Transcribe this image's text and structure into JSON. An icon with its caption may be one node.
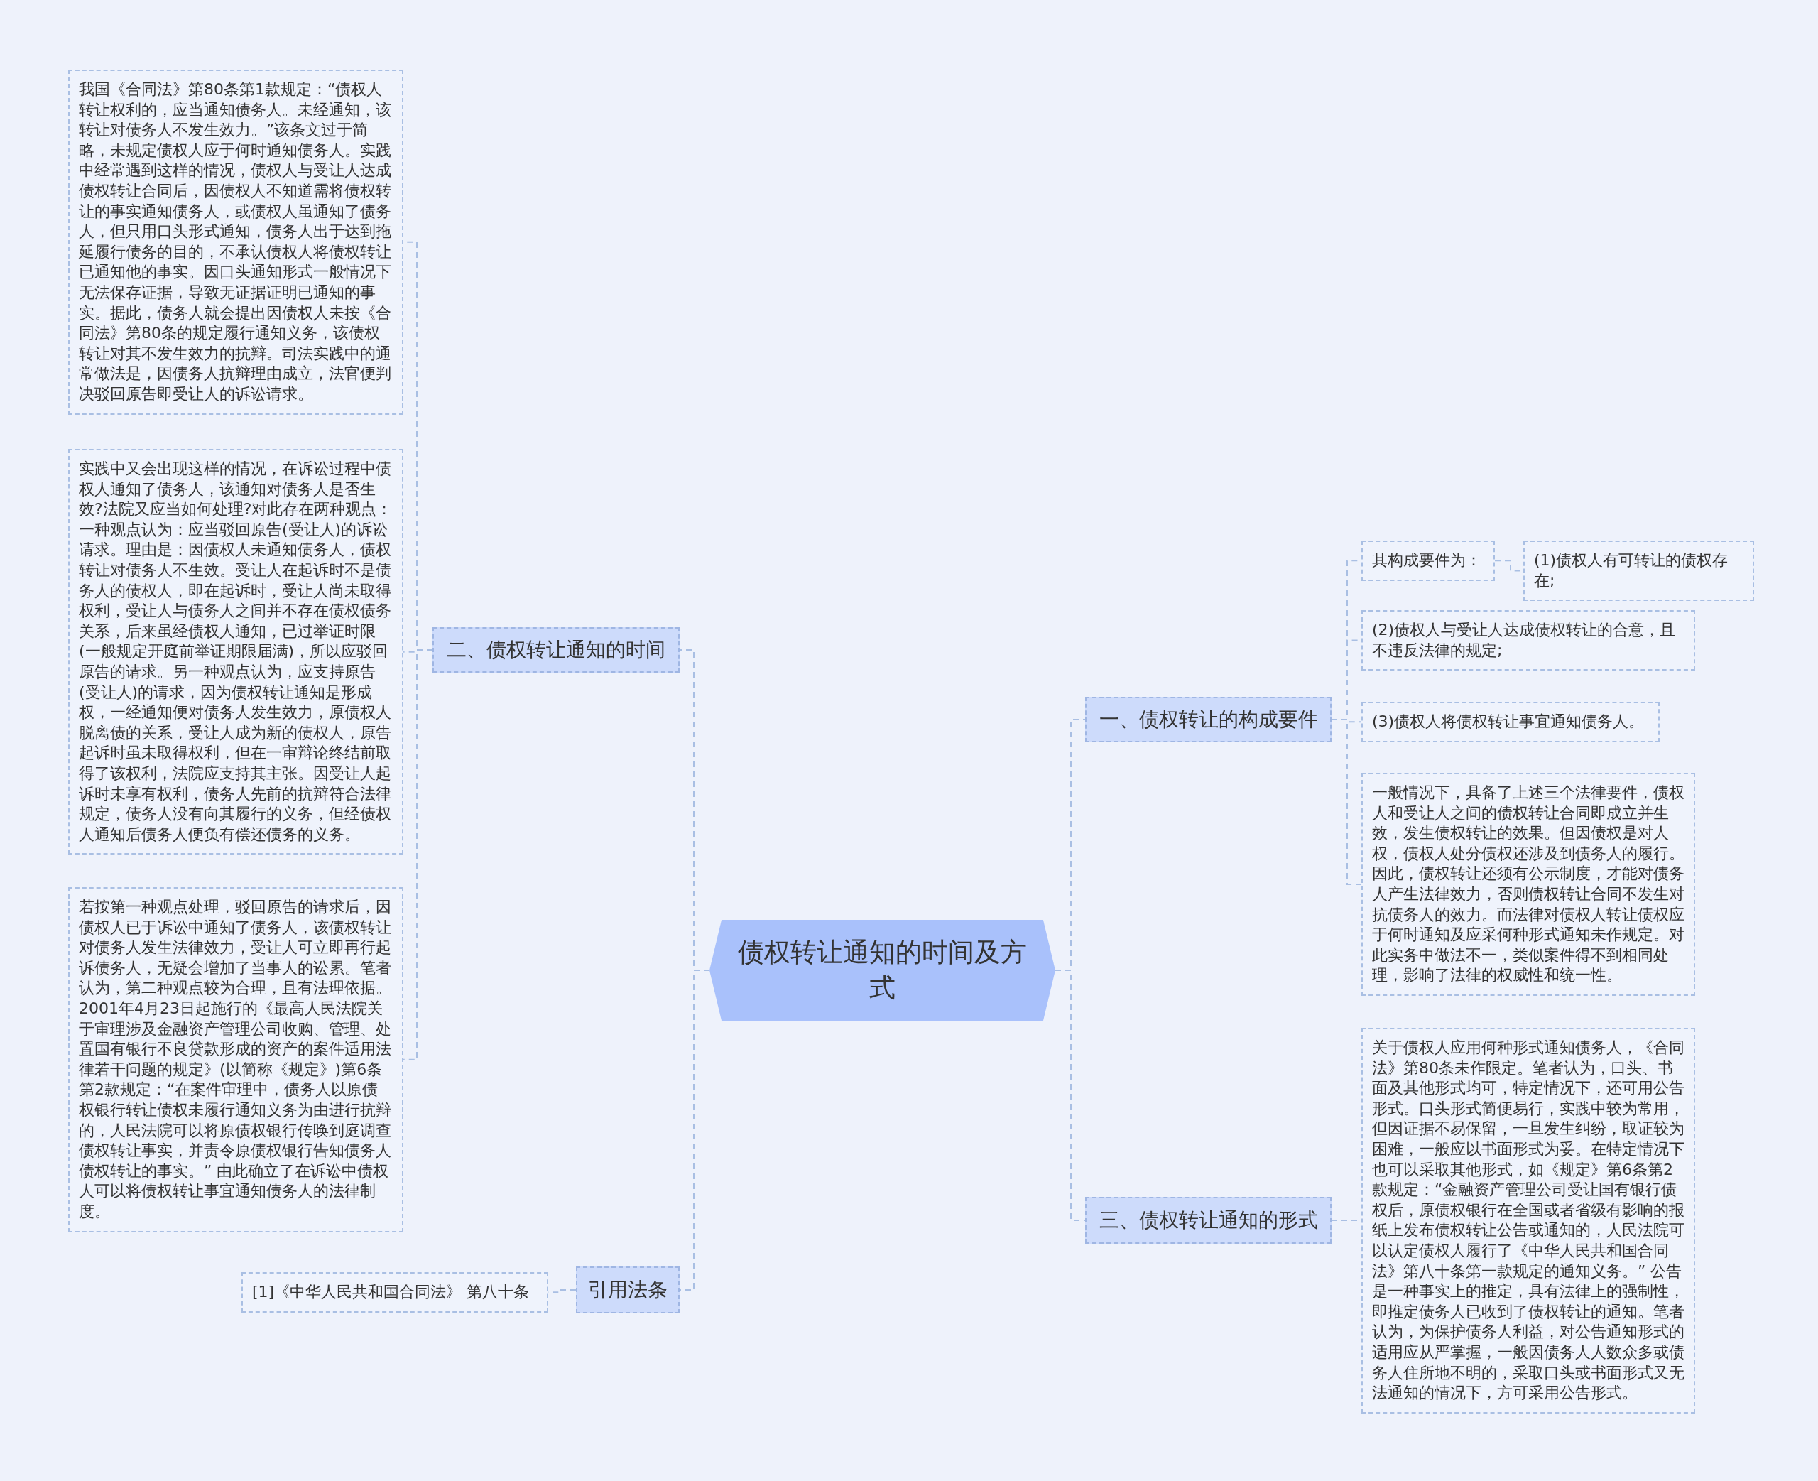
{
  "diagram": {
    "nodes": [
      {
        "text": [
          "债权转让通知的时间及方式"
        ]
      },
      {
        "text": [
          "二、债权转让通知的时间"
        ]
      },
      {
        "text": [
          "我国《合同法》第80条第1款规定：“债权人转让权利的，应当通知债务人。未经通知，该转让对债务人不发生效力。”该条文过于简略，未规定债权人应于何时通知债务人。实践中经常遇到这样的情况，债权人与受让人达成债权转让合同后，因债权人不知道需将债权转让的事实通知债务人，或债权人虽通知了债务人，但只用口头形式通知，债务人出于达到拖延履行债务的目的，不承认债权人将债权转让已通知他的事实。因口头通知形式一般情况下无法保存证据，导致无证据证明已通知的事实。据此，债务人就会提出因债权人未按《合同法》第80条的规定履行通知义务，该债权转让对其不发生效力的抗辩。司法实践中的通常做法是，因债务人抗辩理由成立，法官便判决驳回原告即受让人的诉讼请求。"
        ]
      },
      {
        "text": [
          "实践中又会出现这样的情况，在诉讼过程中债权人通知了债务人，该通知对债务人是否生效?法院又应当如何处理?对此存在两种观点：一种观点认为：应当驳回原告(受让人)的诉讼请求。理由是：因债权人未通知债务人，债权转让对债务人不生效。受让人在起诉时不是债务人的债权人，即在起诉时，受让人尚未取得权利，受让人与债务人之间并不存在债权债务关系，后来虽经债权人通知，已过举证时限(一般规定开庭前举证期限届满)，所以应驳回原告的请求。另一种观点认为，应支持原告(受让人)的请求，因为债权转让通知是形成权，一经通知便对债务人发生效力，原债权人脱离债的关系，受让人成为新的债权人，原告起诉时虽未取得权利，但在一审辩论终结前取得了该权利，法院应支持其主张。因受让人起诉时未享有权利，债务人先前的抗辩符合法律规定，债务人没有向其履行的义务，但经债权人通知后债务人便负有偿还债务的义务。"
        ]
      },
      {
        "text": [
          "若按第一种观点处理，驳回原告的请求后，因债权人已于诉讼中通知了债务人，该债权转让对债务人发生法律效力，受让人可立即再行起诉债务人，无疑会增加了当事人的讼累。笔者认为，第二种观点较为合理，且有法理依据。2001年4月23日起施行的《最高人民法院关于审理涉及金融资产管理公司收购、管理、处置国有银行不良贷款形成的资产的案件适用法律若干问题的规定》(以简称《规定》)第6条第2款规定：“在案件审理中，债务人以原债权银行转让债权未履行通知义务为由进行抗辩的，人民法院可以将原债权银行传唤到庭调查债权转让事实，并责令原债权银行告知债务人债权转让的事实。” 由此确立了在诉讼中债权人可以将债权转让事宜通知债务人的法律制度。"
        ]
      },
      {
        "text": [
          "引用法条"
        ]
      },
      {
        "text": [
          "[1]《中华人民共和国合同法》 第八十条"
        ]
      },
      {
        "text": [
          "一、债权转让的构成要件"
        ]
      },
      {
        "text": [
          "其构成要件为："
        ]
      },
      {
        "text": [
          "(1)债权人有可转让的债权存在;"
        ]
      },
      {
        "text": [
          "(2)债权人与受让人达成债权转让的合意，且不违反法律的规定;"
        ]
      },
      {
        "text": [
          "(3)债权人将债权转让事宜通知债务人。"
        ]
      },
      {
        "text": [
          "一般情况下，具备了上述三个法律要件，债权人和受让人之间的债权转让合同即成立并生效，发生债权转让的效果。但因债权是对人权，债权人处分债权还涉及到债务人的履行。因此，债权转让还须有公示制度，才能对债务人产生法律效力，否则债权转让合同不发生对抗债务人的效力。而法律对债权人转让债权应于何时通知及应采何种形式通知未作规定。对此实务中做法不一，类似案件得不到相同处理，影响了法律的权威性和统一性。"
        ]
      },
      {
        "text": [
          "三、债权转让通知的形式"
        ]
      },
      {
        "text": [
          "关于债权人应用何种形式通知债务人，《合同法》第80条未作限定。笔者认为，口头、书面及其他形式均可，特定情况下，还可用公告形式。口头形式简便易行，实践中较为常用，但因证据不易保留，一旦发生纠纷，取证较为困难，一般应以书面形式为妥。在特定情况下也可以采取其他形式，如《规定》第6条第2款规定：“金融资产管理公司受让国有银行债权后，原债权银行在全国或者省级有影响的报纸上发布债权转让公告或通知的，人民法院可以认定债权人履行了《中华人民共和国合同法》第八十条第一款规定的通知义务。” 公告是一种事实上的推定，具有法律上的强制性，即推定债务人已收到了债权转让的通知。笔者认为，为保护债务人利益，对公告通知形式的适用应从严掌握，一般因债务人人数众多或债务人住所地不明的，采取口头或书面形式又无法通知的情况下，方可采用公告形式。"
        ]
      }
    ],
    "edges": [
      {
        "from": 0,
        "to": 1,
        "arrow": "none"
      },
      {
        "from": 1,
        "to": 2,
        "arrow": "none"
      },
      {
        "from": 1,
        "to": 3,
        "arrow": "none"
      },
      {
        "from": 1,
        "to": 4,
        "arrow": "none"
      },
      {
        "from": 0,
        "to": 5,
        "arrow": "none"
      },
      {
        "from": 5,
        "to": 6,
        "arrow": "none"
      },
      {
        "from": 0,
        "to": 7,
        "arrow": "none"
      },
      {
        "from": 7,
        "to": 8,
        "arrow": "none"
      },
      {
        "from": 8,
        "to": 9,
        "arrow": "none"
      },
      {
        "from": 7,
        "to": 10,
        "arrow": "none"
      },
      {
        "from": 7,
        "to": 11,
        "arrow": "none"
      },
      {
        "from": 7,
        "to": 12,
        "arrow": "none"
      },
      {
        "from": 0,
        "to": 13,
        "arrow": "none"
      },
      {
        "from": 13,
        "to": 14,
        "arrow": "none"
      }
    ]
  }
}
